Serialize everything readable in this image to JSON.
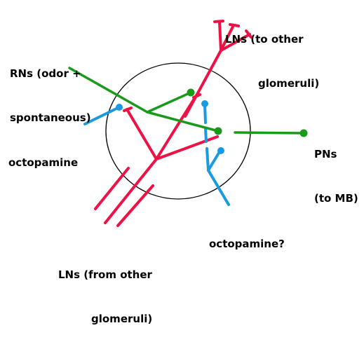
{
  "colors": {
    "ln": "#ee1144",
    "rn": "#1a9a1a",
    "octopamine": "#1a9ae0",
    "outline": "#000000"
  },
  "labels": {
    "ln_top": {
      "line1": "LNs (to other",
      "line2": "glomeruli)"
    },
    "rn": {
      "line1": "RNs (odor +",
      "line2": "spontaneous)"
    },
    "octopamine_left": "octopamine",
    "pn": {
      "line1": "PNs",
      "line2": "(to MB)"
    },
    "octopamine_right": "octopamine?",
    "ln_bottom": {
      "line1": "LNs (from other",
      "line2": "glomeruli)"
    }
  }
}
